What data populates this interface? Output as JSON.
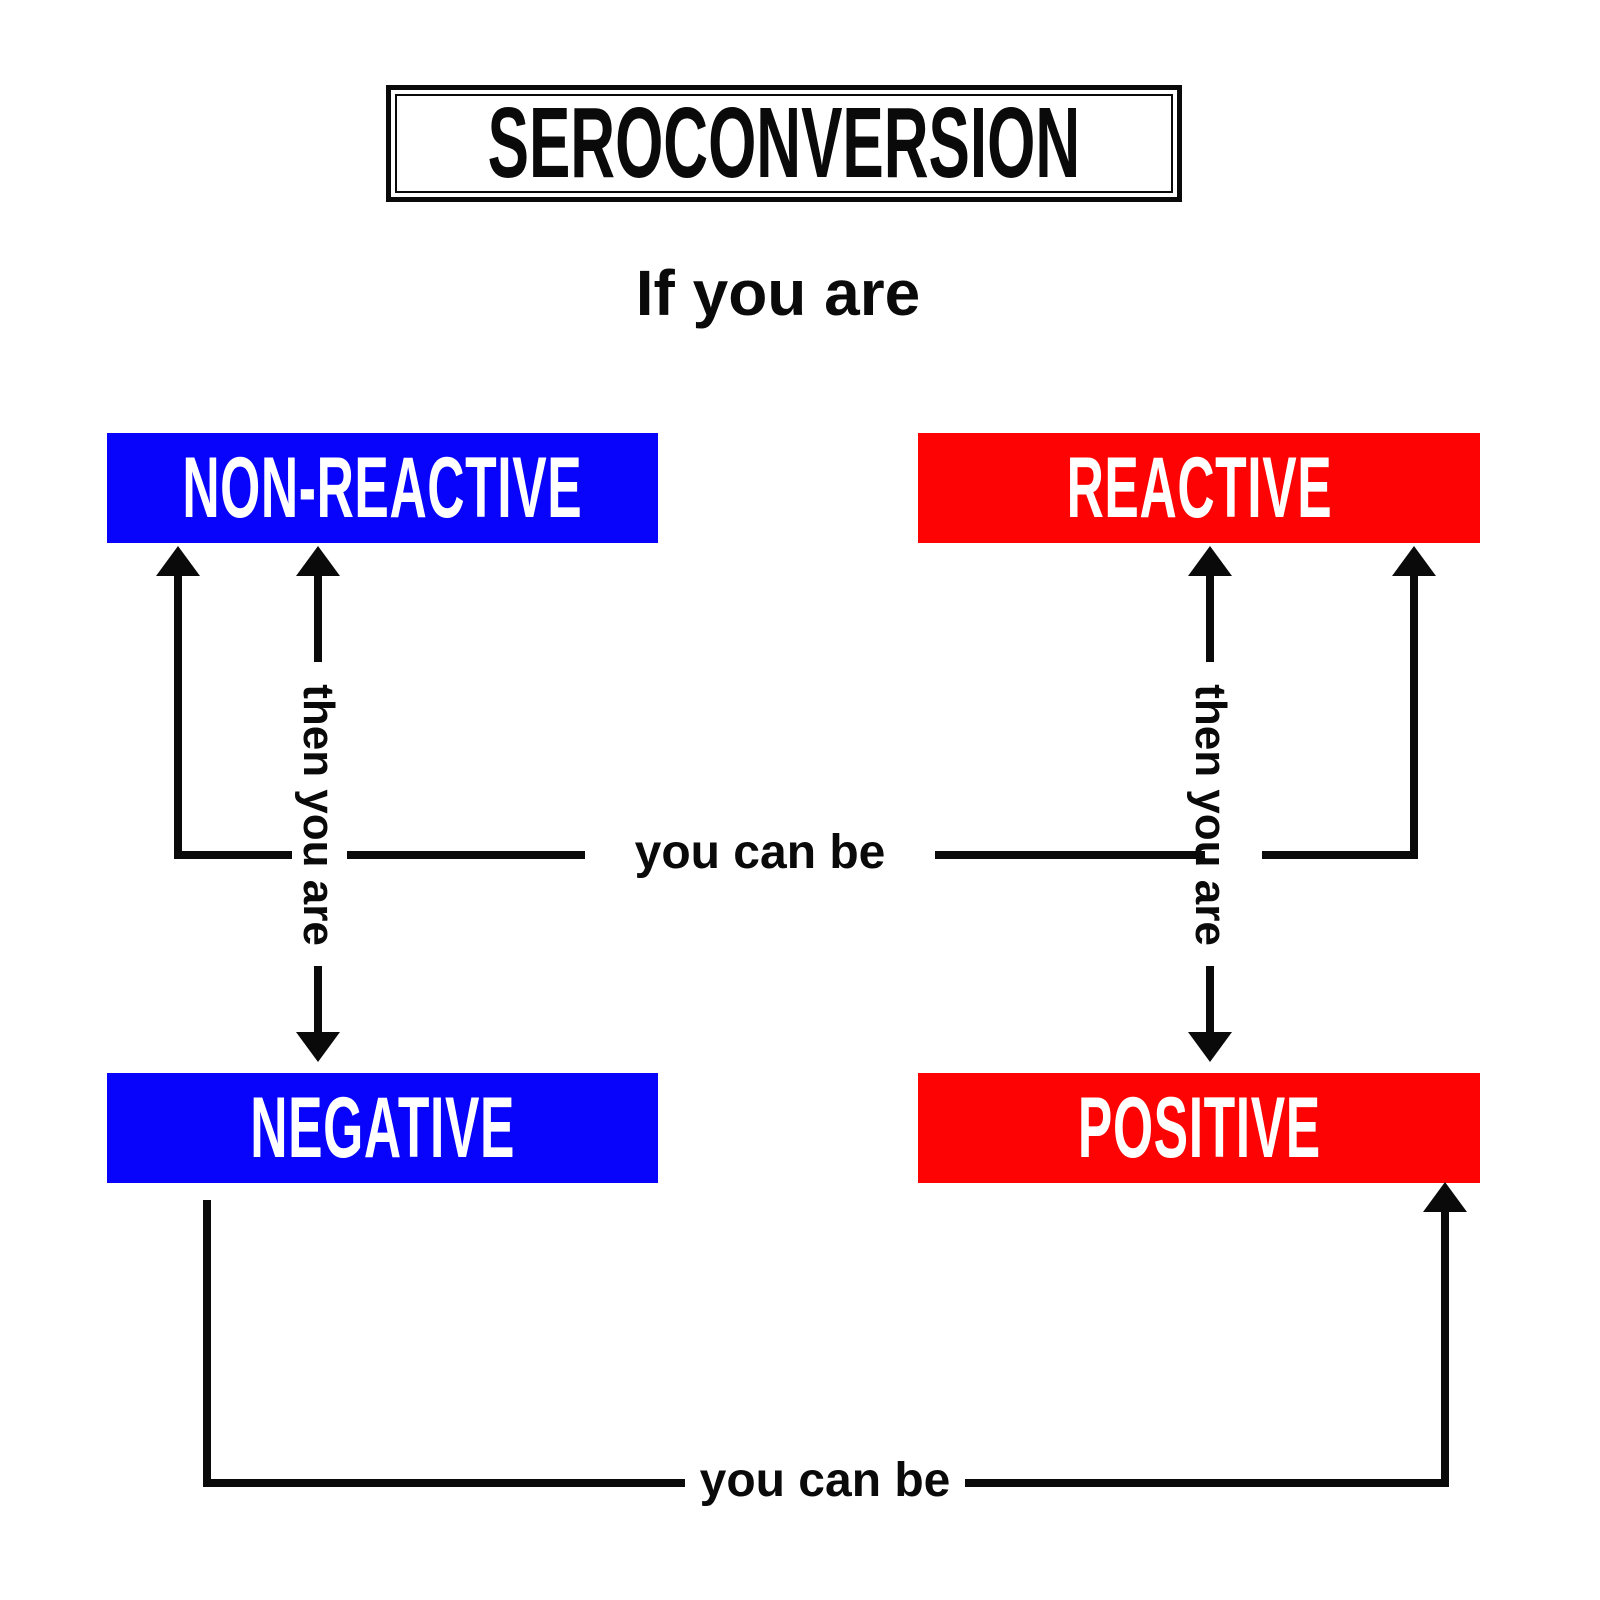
{
  "title": "SEROCONVERSION",
  "subtitle": "If you are",
  "boxes": {
    "non_reactive": "NON-REACTIVE",
    "reactive": "REACTIVE",
    "negative": "NEGATIVE",
    "positive": "POSITIVE"
  },
  "connectors": {
    "you_can_be_top": "you can be",
    "you_can_be_bottom": "you can be",
    "then_you_are_left": "then you are",
    "then_you_are_right": "then you are"
  },
  "colors": {
    "blue": "#0804fc",
    "red": "#fe0303",
    "line": "#0a0a0a"
  }
}
